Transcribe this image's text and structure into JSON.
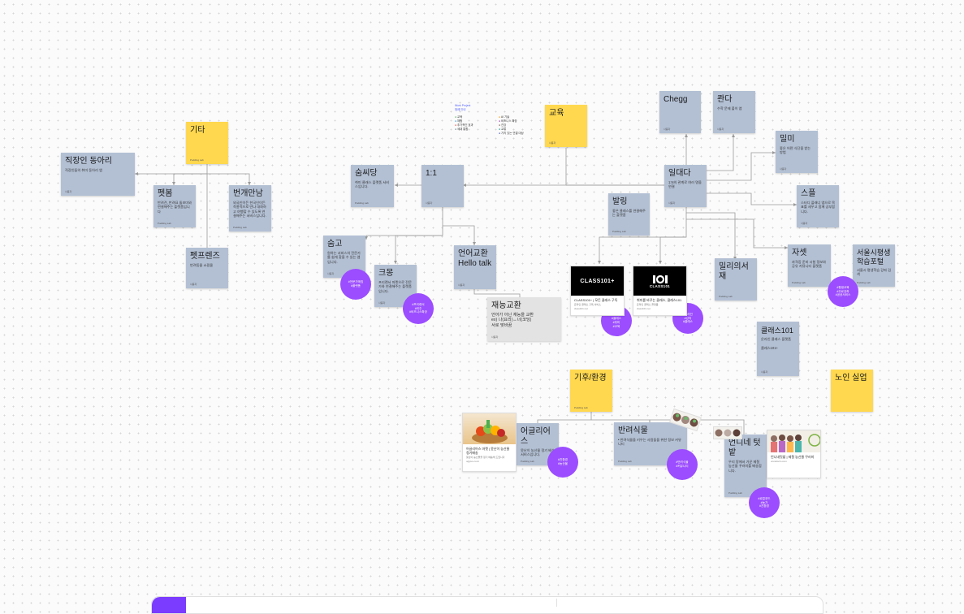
{
  "legend": {
    "title": "Work Project",
    "subtitle": "범례 안내",
    "items": [
      {
        "label": "교육",
        "color": "#4caf50"
      },
      {
        "label": "AI 기술",
        "color": "#ff9800"
      },
      {
        "label": "체험",
        "color": "#2196f3"
      },
      {
        "label": "비즈니스 확장",
        "color": "#9c27b0"
      },
      {
        "label": "추가적인 효과",
        "color": "#f44336"
      },
      {
        "label": "건강",
        "color": "#795548"
      },
      {
        "label": "세대 통합",
        "color": "#607d8b"
      },
      {
        "label": "교류",
        "color": "#009688"
      },
      {
        "label": "가치 있는 연결 대상",
        "color": "#3f51b5"
      }
    ]
  },
  "stickies": [
    {
      "id": "edu",
      "title": "교육",
      "desc": "",
      "author": "사용자",
      "color": "yellow"
    },
    {
      "id": "etc",
      "title": "기타",
      "desc": "",
      "author": "Pudding Lab",
      "color": "yellow"
    },
    {
      "id": "club",
      "title": "직장인 동아리",
      "desc": "직장인들의 취미 동아리 앱",
      "author": "사용자",
      "color": "blue"
    },
    {
      "id": "petbom",
      "title": "펫봄",
      "desc": "반려견, 반려묘 돌보미와 연결해주는 플랫폼입니다",
      "author": "Pudding Lab",
      "color": "blue"
    },
    {
      "id": "bungae",
      "title": "번개만남",
      "desc": "외국인이든 한국인이든 즉흥적으로 만나 대화하고 여행할 수 있도록 연결해주는 서비스입니다.",
      "author": "Pudding Lab",
      "color": "blue"
    },
    {
      "id": "petfriends",
      "title": "펫프렌즈",
      "desc": "반려동물 쇼핑몰",
      "author": "사용자",
      "color": "blue"
    },
    {
      "id": "soomgo_top",
      "title": "숨씨당",
      "desc": "취미 클래스 플랫폼 서비스입니다.",
      "author": "Pudding Lab",
      "color": "blue"
    },
    {
      "id": "oneone",
      "title": "1:1",
      "desc": "",
      "author": "사용자",
      "color": "blue"
    },
    {
      "id": "soomgo",
      "title": "숨고",
      "desc": "원하는 서비스의 전문가를 쉽게 찾을 수 있는 앱입니다.",
      "author": "사용자",
      "color": "blue"
    },
    {
      "id": "kmong",
      "title": "크몽",
      "desc": "프리랜서 마켓으로 전문가와 연결해주는 플랫폼입니다.",
      "author": "사용자",
      "color": "blue"
    },
    {
      "id": "langex",
      "title": "언어교환\nHello talk",
      "desc": "",
      "author": "사용자",
      "color": "blue"
    },
    {
      "id": "talentex",
      "title": "재능교환",
      "desc": "언어가 아닌 재능을 교환\nex) 나(요리)↔너(코딩)\n서로 맞바꿈",
      "author": "사용자",
      "color": "gray"
    },
    {
      "id": "chegg",
      "title": "Chegg",
      "desc": "",
      "author": "사용자",
      "color": "blue"
    },
    {
      "id": "panda",
      "title": "콴다",
      "desc": "수학 문제 풀이 앱",
      "author": "사용자",
      "color": "blue"
    },
    {
      "id": "milmi",
      "title": "밀미",
      "desc": "좋은 어떤 식단을 받는 방법",
      "author": "사용자",
      "color": "blue"
    },
    {
      "id": "ildaeda",
      "title": "일대다",
      "desc": "1:N의 관계로 여러 명을 연결",
      "author": "사용자",
      "color": "blue"
    },
    {
      "id": "spuple",
      "title": "스플",
      "desc": "스터디 플래너 앱으로 목표를 세우고 함께 공부합니다.",
      "author": "사용자",
      "color": "blue"
    },
    {
      "id": "balling",
      "title": "발링",
      "desc": "좋은 클래스를 연결해주는 플랫폼",
      "author": "Pudding Lab",
      "color": "blue"
    },
    {
      "id": "millie",
      "title": "밀리의서재",
      "desc": "",
      "author": "Pudding Lab",
      "color": "blue"
    },
    {
      "id": "jasot",
      "title": "자셋",
      "desc": "자격증 준비 시험 정보와 공유 커뮤니티 플랫폼",
      "author": "Pudding Lab",
      "color": "blue"
    },
    {
      "id": "seoul",
      "title": "서울시평생\n학습포털",
      "desc": "서울시 평생학습 강좌 검색",
      "author": "Pudding Lab",
      "color": "blue"
    },
    {
      "id": "class101",
      "title": "클래스101",
      "desc": "온라인 클래스 플랫폼\n\n클래스101+",
      "author": "사용자",
      "color": "blue"
    },
    {
      "id": "climate",
      "title": "기후/환경",
      "desc": "",
      "author": "Pudding Lab",
      "color": "yellow"
    },
    {
      "id": "ugly",
      "title": "어글리어스",
      "desc": "못난이 농산물 정기 배송 서비스입니다.",
      "author": "Pudding Lab",
      "color": "blue"
    },
    {
      "id": "plant",
      "title": "반려식물",
      "desc": "• 반려식물을 키우는 사람들을 위한 정보 커뮤니티",
      "author": "Pudding Lab",
      "color": "blue"
    },
    {
      "id": "unnie",
      "title": "언니네 텃밭",
      "desc": "우리 땅에서 가꾼 제철 농산물 꾸러미를 배송합니다.",
      "author": "Pudding Lab",
      "color": "blue"
    },
    {
      "id": "elder",
      "title": "노인 실업",
      "desc": "",
      "author": "",
      "color": "yellow"
    }
  ],
  "circles": [
    {
      "id": "c_soomgo",
      "text": "#전문가매칭\n#플랫폼"
    },
    {
      "id": "c_kmong",
      "text": "#프리랜서\n#외주\n#비즈니스확장"
    },
    {
      "id": "c_class1",
      "text": "#온라인\n#클래스\n#취미\n#교육"
    },
    {
      "id": "c_class2",
      "text": "#온라인\n#강의\n#클래스"
    },
    {
      "id": "c_seoul",
      "text": "#평생교육\n#무료강좌\n#공공서비스"
    },
    {
      "id": "c_ugly",
      "text": "#친환경\n#농산물"
    },
    {
      "id": "c_plant",
      "text": "#반려식물\n#커뮤니티"
    },
    {
      "id": "c_unnie",
      "text": "#로컬푸드\n#농가\n#친환경"
    }
  ],
  "cards": [
    {
      "id": "card1",
      "brand": "CLASS101+",
      "title": "CLASS101+ | 모든 클래스 구독",
      "desc": "온라인 클래스 구독 서비스",
      "site": "class101.net"
    },
    {
      "id": "card2",
      "brand": "CLASS101",
      "title": "취미를 바꾸는 클래스, 클래스101",
      "desc": "온라인 클래스 플랫폼",
      "site": "class101.net"
    },
    {
      "id": "card3",
      "brand": "",
      "title": "어글리어스 마켓 | 못난이 농산물 정기배송",
      "desc": "못난이 농산물을 정기 배송해 드립니다",
      "site": "uglyus.co.kr"
    },
    {
      "id": "card4",
      "brand": "",
      "title": "언니네텃밭 | 제철 농산물 꾸러미",
      "desc": "",
      "site": "unniefarm.com"
    }
  ]
}
